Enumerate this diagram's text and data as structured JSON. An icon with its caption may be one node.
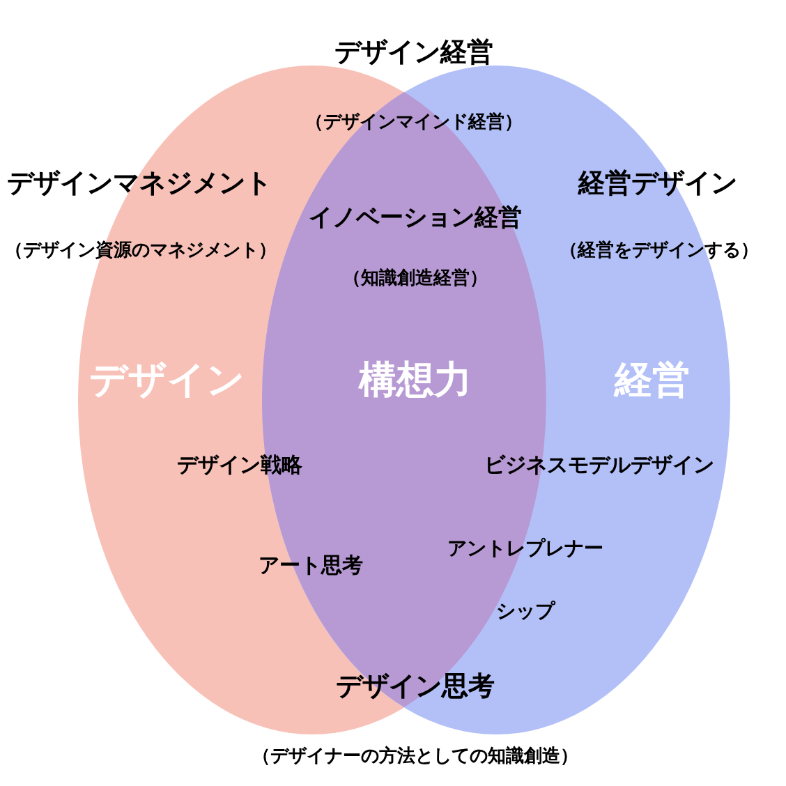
{
  "diagram": {
    "nodes": [
      {
        "text": [
          "デザイン"
        ]
      },
      {
        "text": [
          "経営"
        ]
      },
      {
        "text": [
          "構想力"
        ]
      }
    ],
    "labels": [
      "デザイン経営",
      "（デザインマインド経営）",
      "デザインマネジメント",
      "（デザイン資源のマネジメント）",
      "経営デザイン",
      "（経営をデザインする）",
      "イノベーション経営",
      "（知識創造経営）",
      "デザイン戦略",
      "ビジネスモデルデザイン",
      "アート思考",
      "アントレプレナーシップ",
      "デザイン思考",
      "（デザイナーの方法としての知識創造）"
    ]
  }
}
